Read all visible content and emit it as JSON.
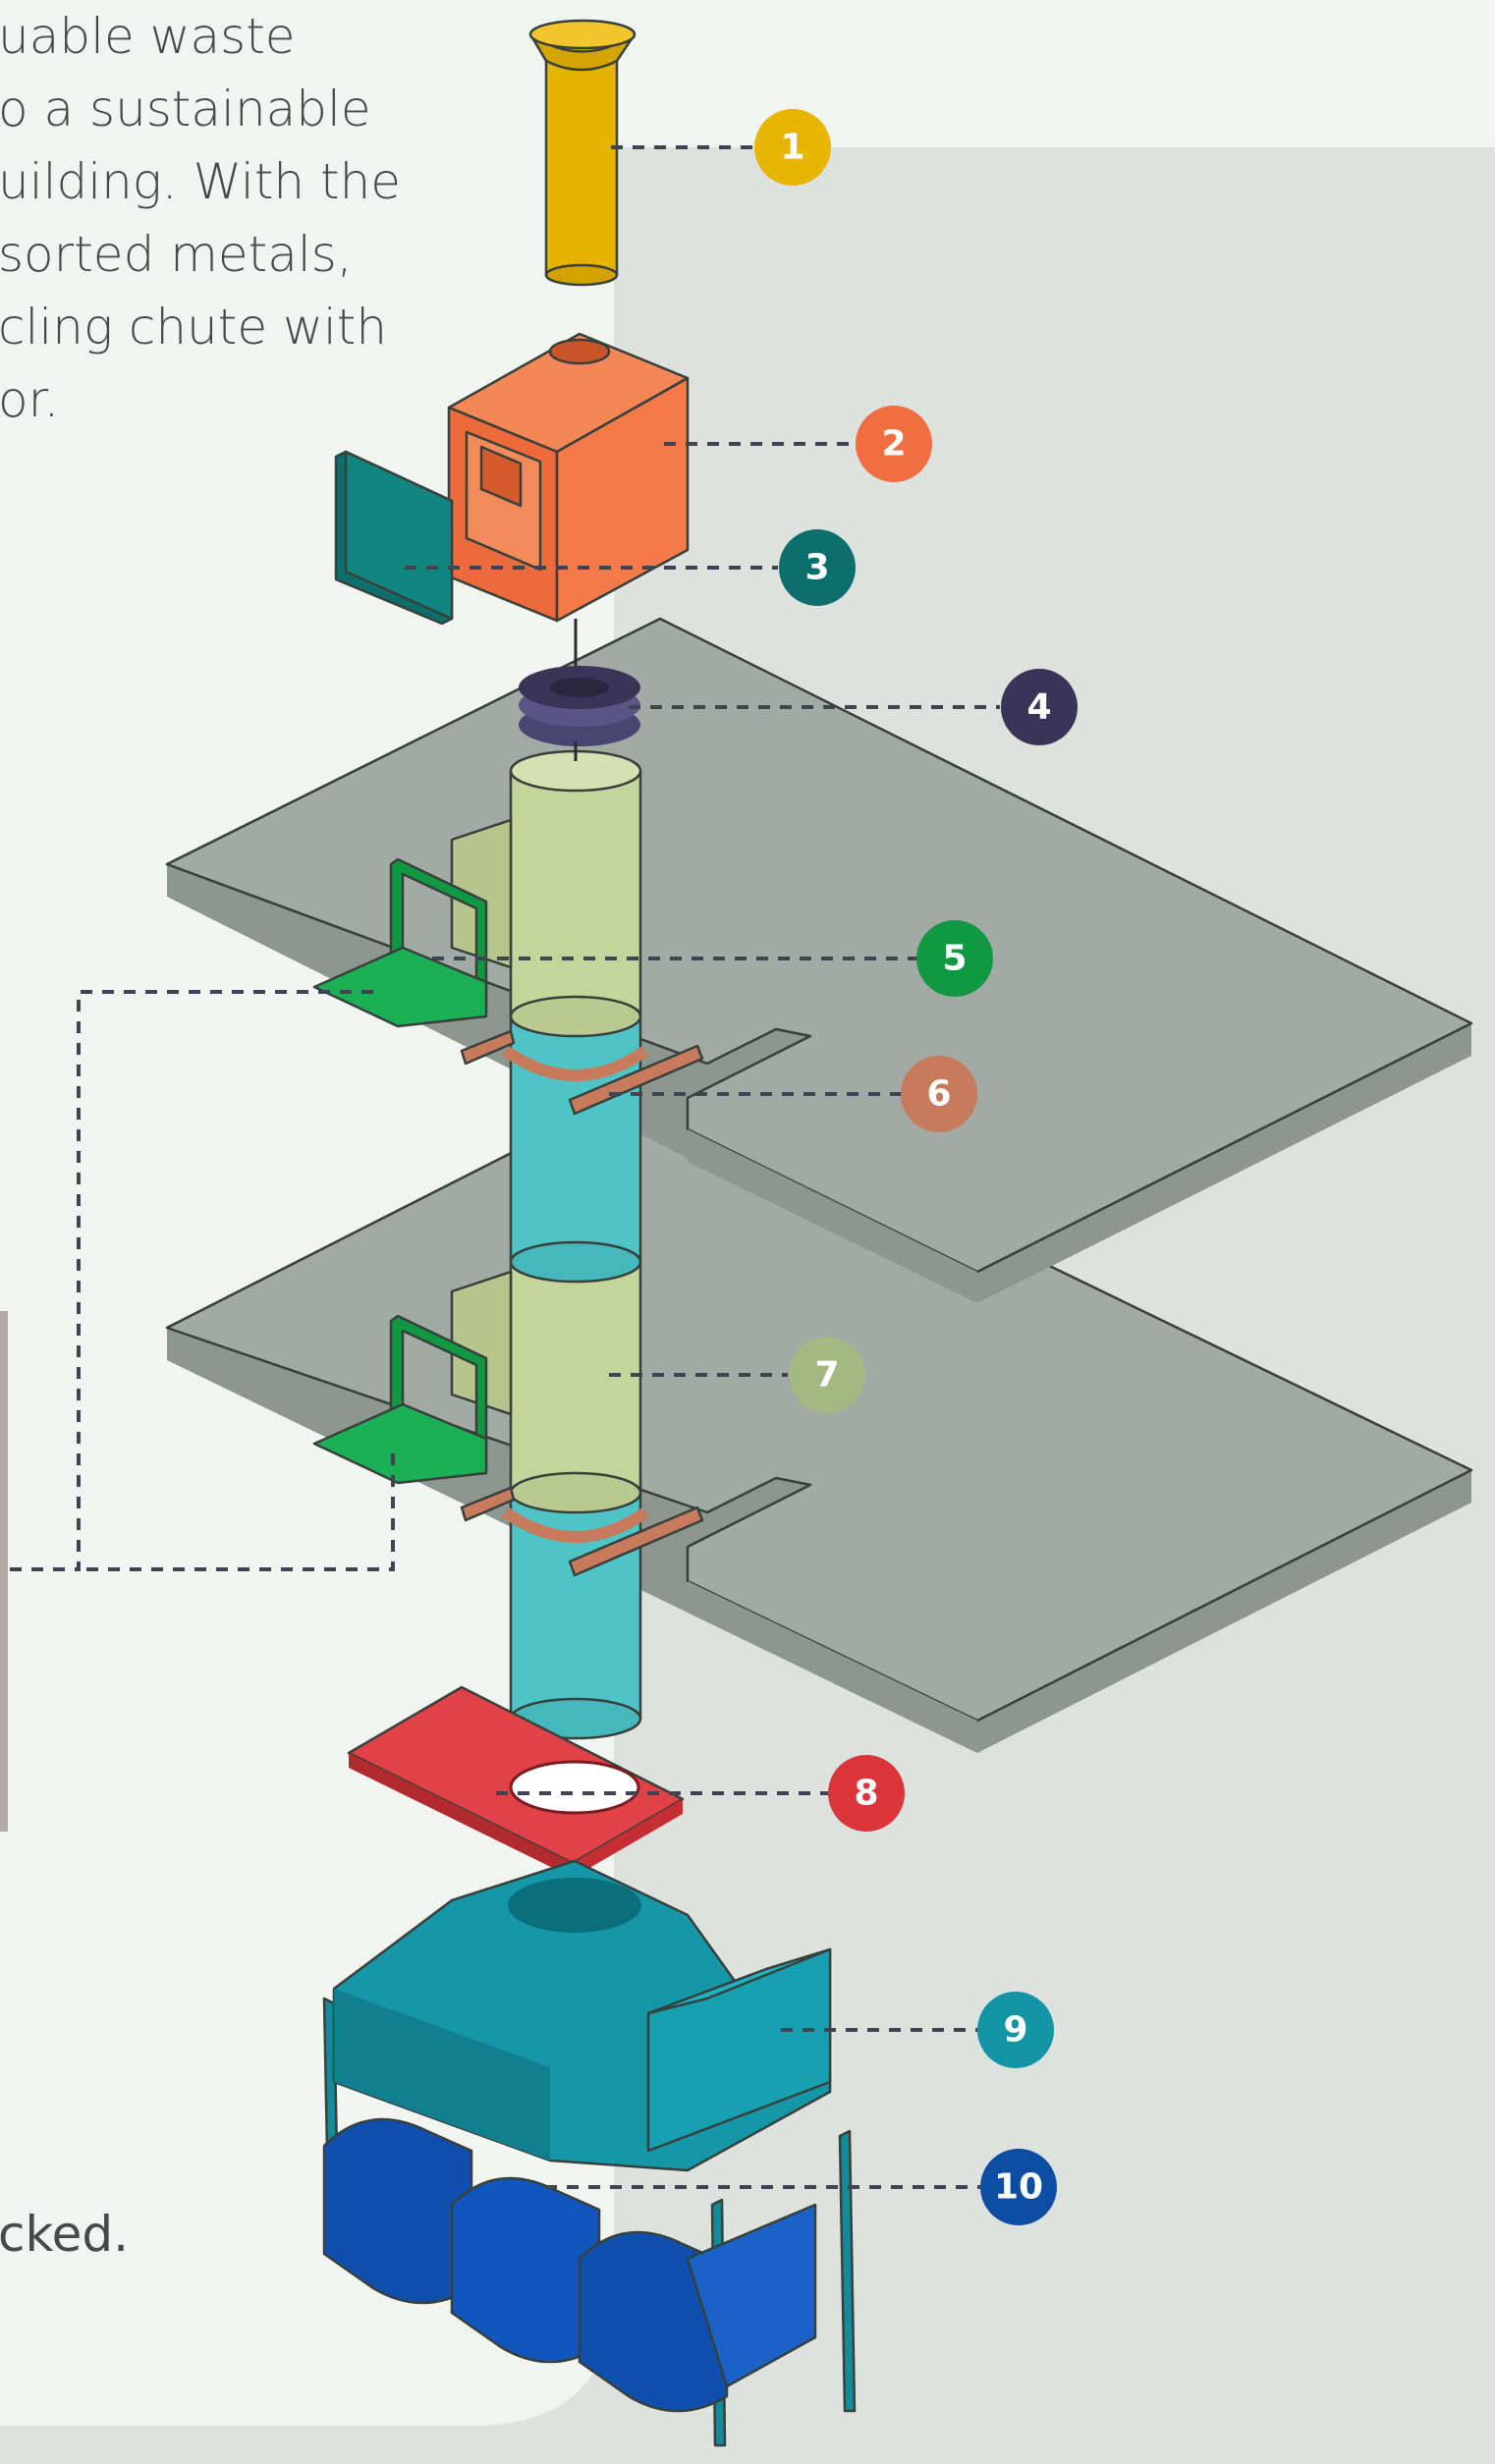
{
  "intro_lines": [
    "uable waste",
    "o a sustainable",
    "uilding. With the",
    "sorted metals,",
    "cling chute with",
    "or."
  ],
  "outro_text": "cked.",
  "colors": {
    "page_bg": "#f2f4f2",
    "panel_bg": "#dde2df",
    "floor": "#a3aaa5",
    "floor_side": "#8e9690",
    "leader": "#3f4450"
  },
  "callouts": [
    {
      "number": "1",
      "color": "#e8b500",
      "part": "hopper-tube"
    },
    {
      "number": "2",
      "color": "#f06e40",
      "part": "top-box"
    },
    {
      "number": "3",
      "color": "#0d6f6c",
      "part": "side-door"
    },
    {
      "number": "4",
      "color": "#3a3556",
      "part": "brush-ring"
    },
    {
      "number": "5",
      "color": "#109843",
      "part": "inlet-door"
    },
    {
      "number": "6",
      "color": "#c77a5c",
      "part": "support-bracket"
    },
    {
      "number": "7",
      "color": "#a4b882",
      "part": "inlet-section"
    },
    {
      "number": "8",
      "color": "#db3539",
      "part": "base-plate"
    },
    {
      "number": "9",
      "color": "#1395a6",
      "part": "sorter-housing"
    },
    {
      "number": "10",
      "color": "#0c4ea3",
      "part": "collection-bins"
    }
  ]
}
